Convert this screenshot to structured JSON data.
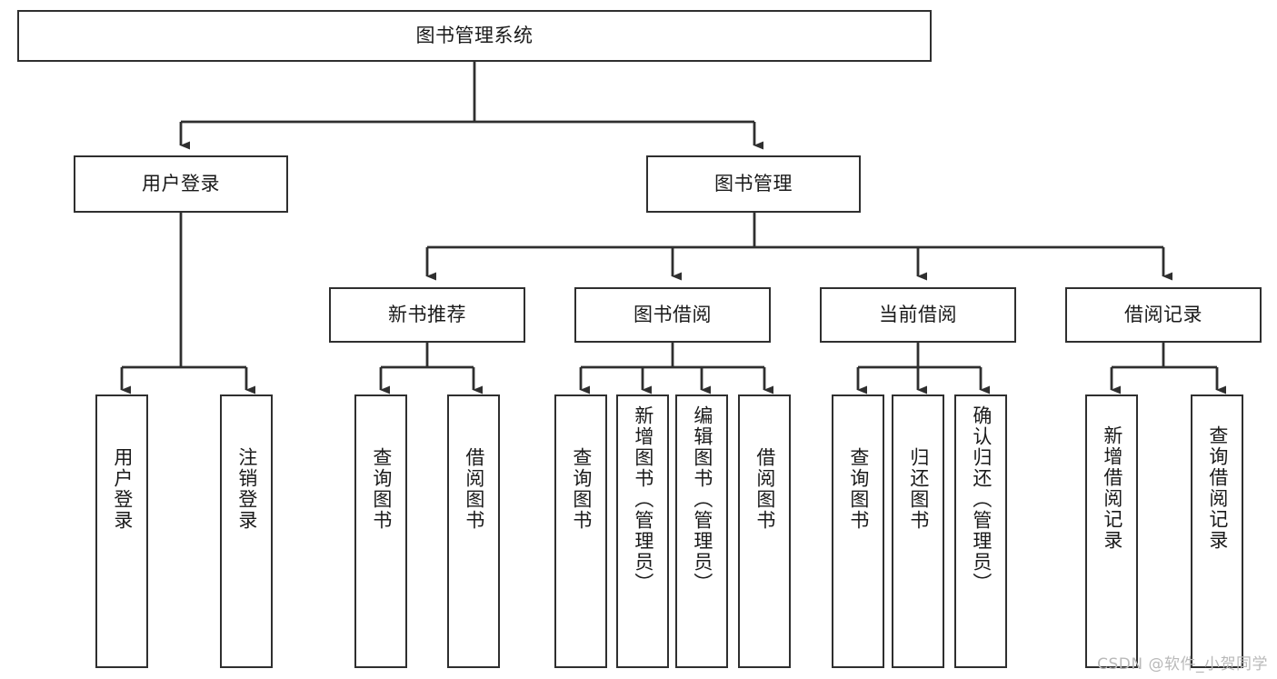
{
  "diagram": {
    "title": "图书管理系统",
    "type": "tree-hierarchy-diagram",
    "colors": {
      "box_border": "#2f2f2f",
      "box_fill": "#ffffff",
      "connector": "#2f2f2f",
      "background": "#ffffff",
      "watermark": "#b9b9b9"
    },
    "nodes": {
      "root": "图书管理系统",
      "level2": {
        "user_login": "用户登录",
        "book_management": "图书管理"
      },
      "level3": {
        "new_book_recommend": "新书推荐",
        "book_borrow": "图书借阅",
        "current_borrow": "当前借阅",
        "borrow_record": "借阅记录"
      },
      "leaves": {
        "user_login_1": "用户登录",
        "user_login_2": "注销登录",
        "recommend_1": "查询图书",
        "recommend_2": "借阅图书",
        "borrow_1": "查询图书",
        "borrow_2": "新增图书（管理员）",
        "borrow_3": "编辑图书（管理员）",
        "borrow_4": "借阅图书",
        "current_1": "查询图书",
        "current_2": "归还图书",
        "current_3": "确认归还（管理员）",
        "record_1": "新增借阅记录",
        "record_2": "查询借阅记录"
      }
    }
  },
  "watermark": {
    "text": "CSDN @软件_小贺同学"
  }
}
